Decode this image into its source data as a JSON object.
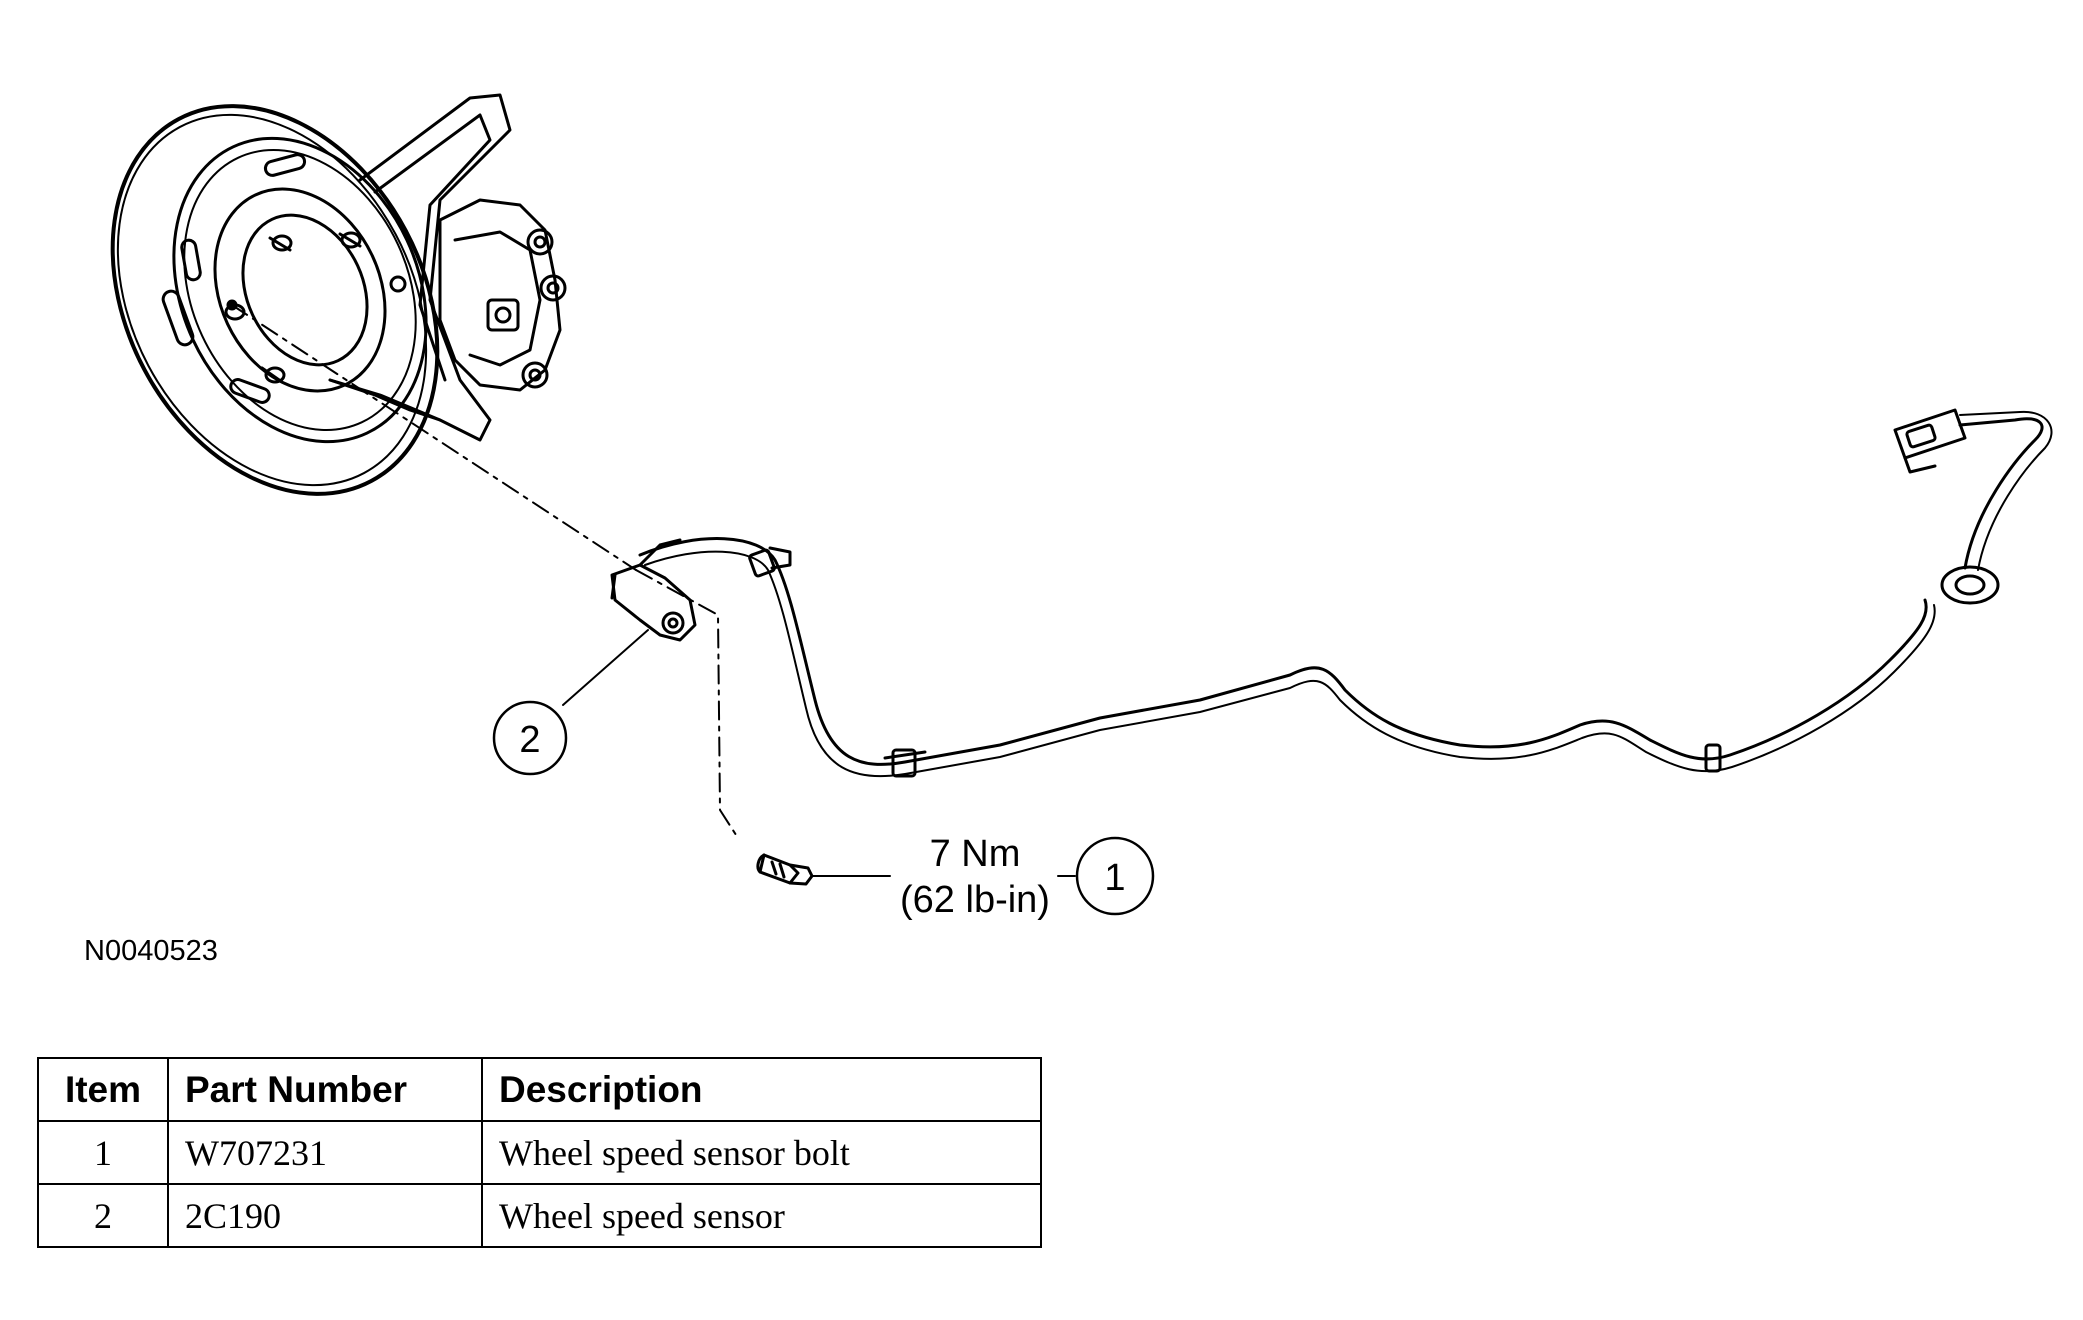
{
  "diagram": {
    "callouts": [
      {
        "number": "1"
      },
      {
        "number": "2"
      }
    ],
    "torque": {
      "metric": "7 Nm",
      "imperial": "(62 lb-in)"
    },
    "figure_id": "N0040523"
  },
  "parts_table": {
    "headers": {
      "item": "Item",
      "part_number": "Part Number",
      "description": "Description"
    },
    "rows": [
      {
        "item": "1",
        "part_number": "W707231",
        "description": "Wheel speed sensor bolt"
      },
      {
        "item": "2",
        "part_number": "2C190",
        "description": "Wheel speed sensor"
      }
    ]
  }
}
